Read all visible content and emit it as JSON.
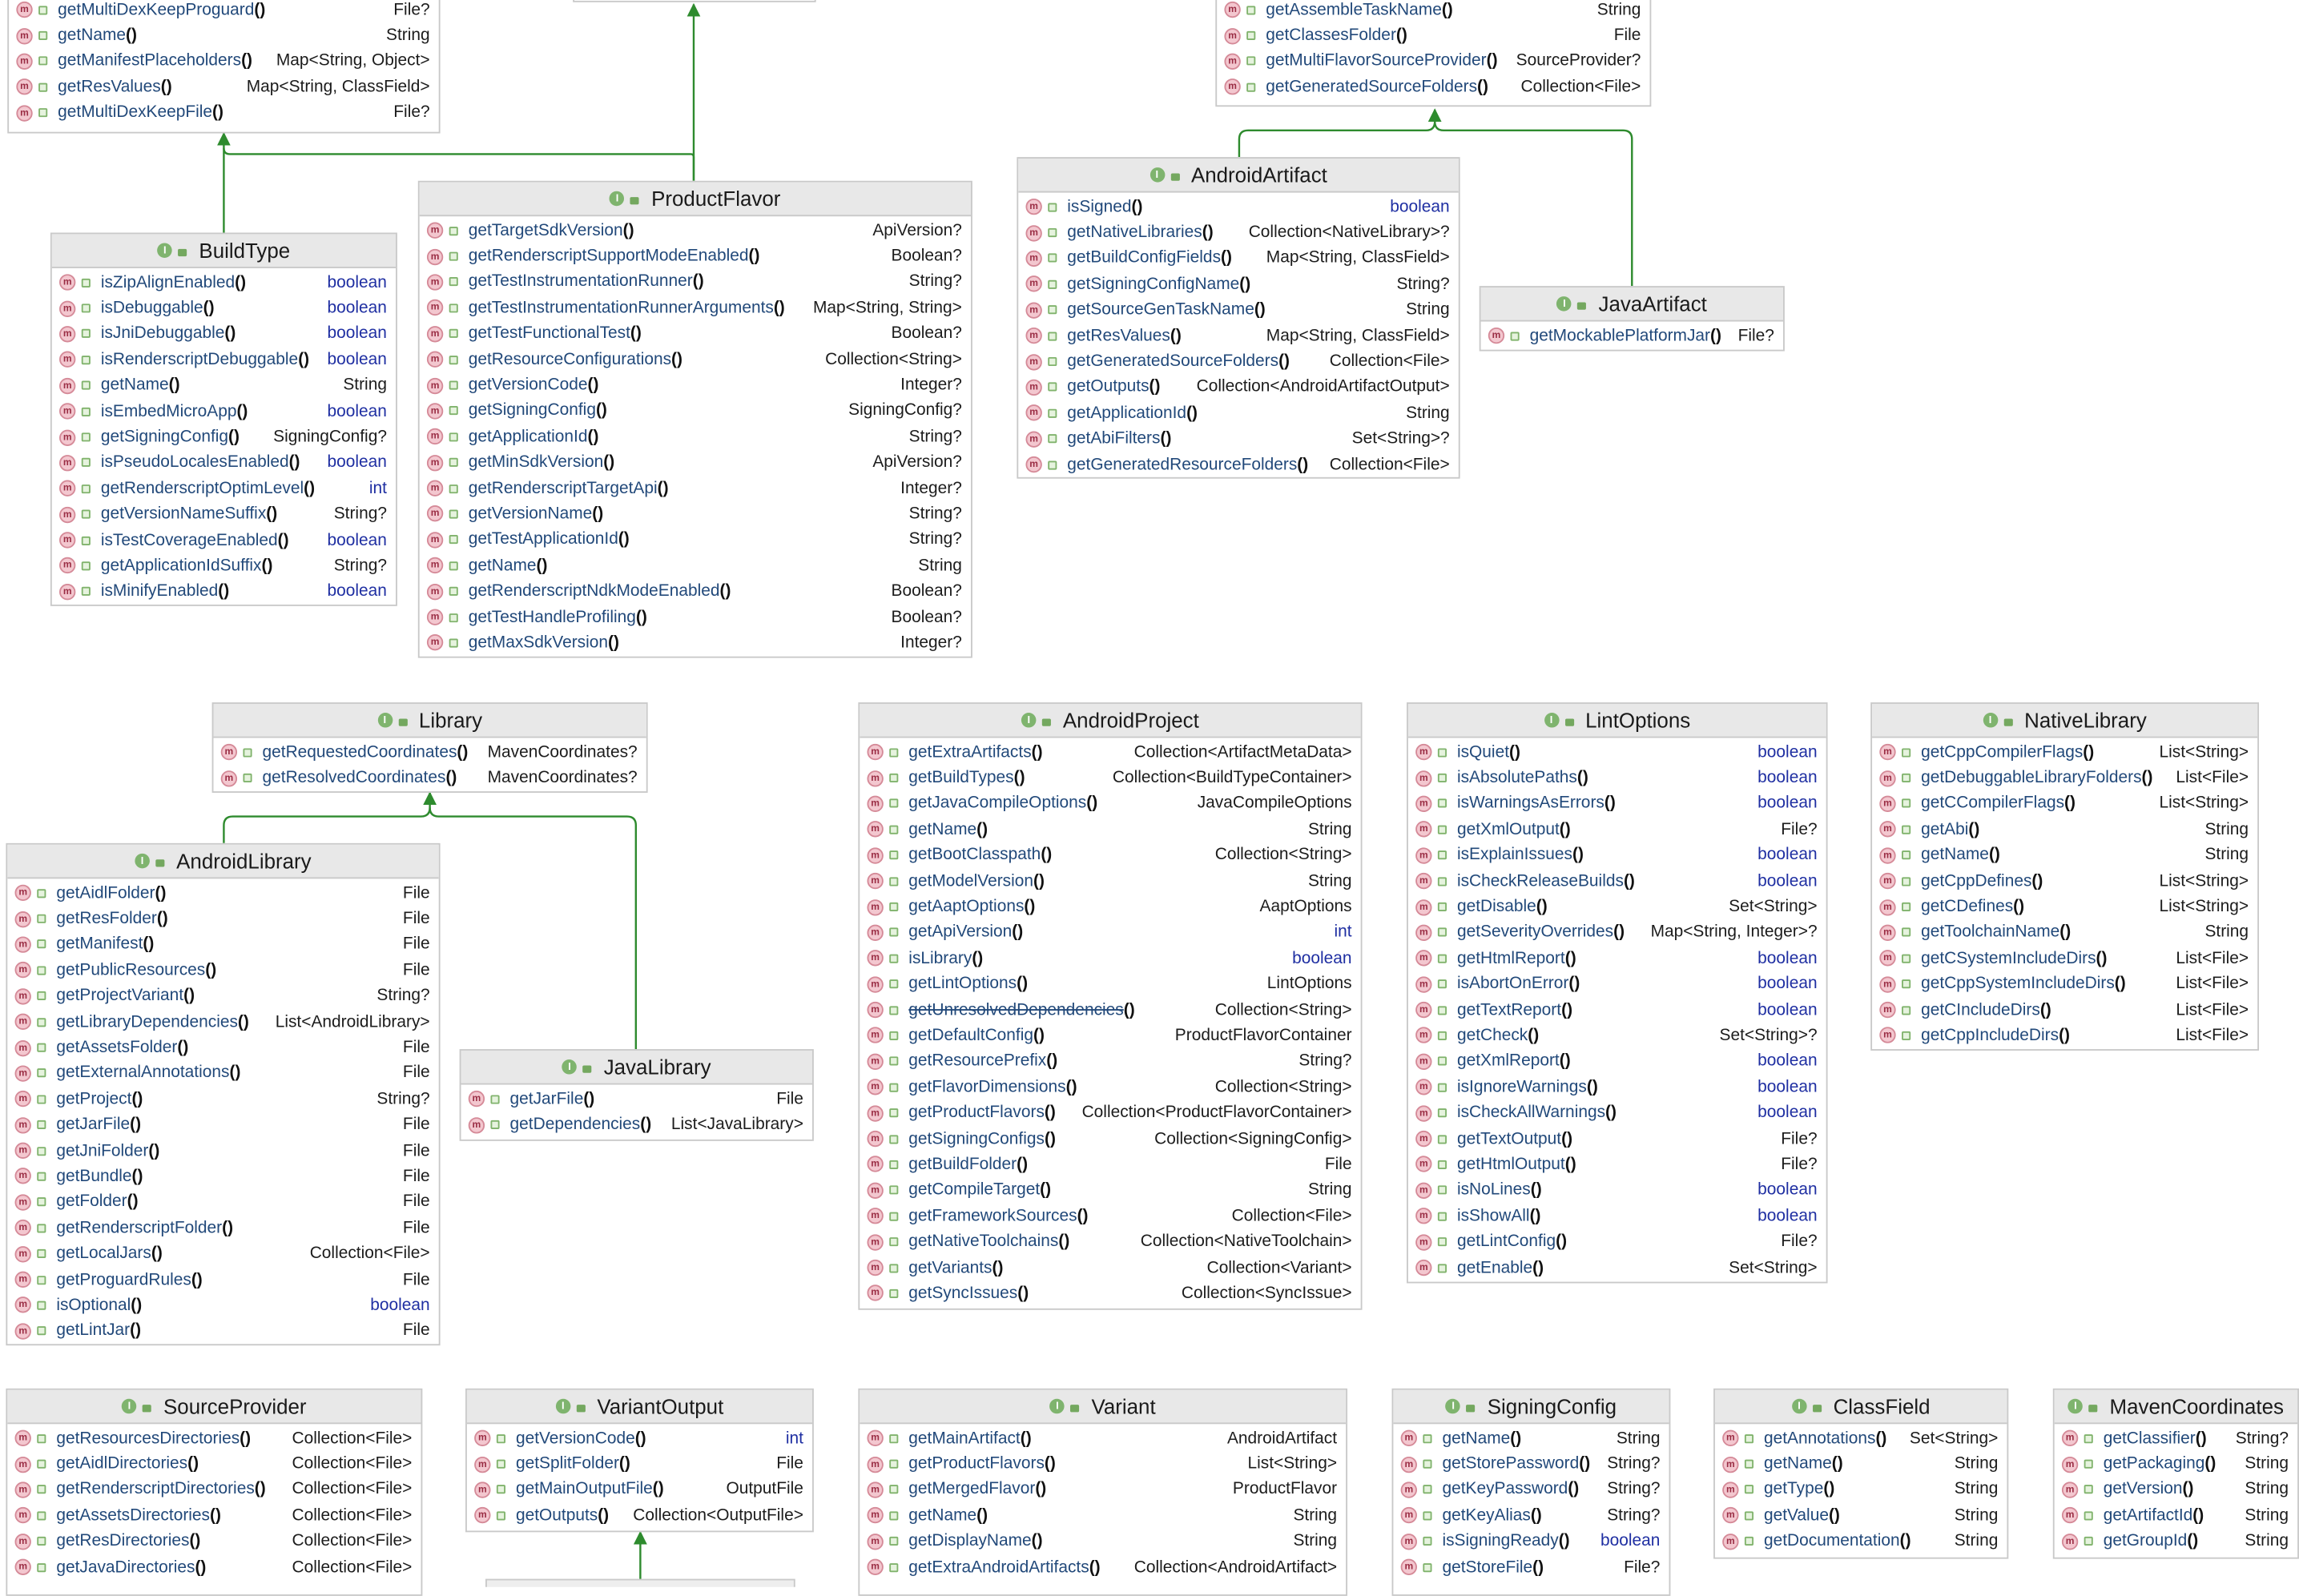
{
  "colors": {
    "header_bg": "#e8e8e8",
    "border": "#c9c9c9",
    "arrow": "#2e8b2e",
    "method_name": "#22497a",
    "primitive_type": "#1f2fa2"
  },
  "icons": {
    "class_badge": "interface-icon",
    "method": "method-icon",
    "visibility": "public-lock-icon"
  },
  "boxes": [
    {
      "id": "bp",
      "name": "",
      "methods": [
        {
          "name": "getMultiDexKeepProguard",
          "type": "File?"
        },
        {
          "name": "getName",
          "type": "String"
        },
        {
          "name": "getManifestPlaceholders",
          "type": "Map<String, Object>"
        },
        {
          "name": "getResValues",
          "type": "Map<String, ClassField>"
        },
        {
          "name": "getMultiDexKeepFile",
          "type": "File?"
        }
      ]
    },
    {
      "id": "bt",
      "name": "BuildType",
      "methods": [
        {
          "name": "isZipAlignEnabled",
          "type": "boolean"
        },
        {
          "name": "isDebuggable",
          "type": "boolean"
        },
        {
          "name": "isJniDebuggable",
          "type": "boolean"
        },
        {
          "name": "isRenderscriptDebuggable",
          "type": "boolean"
        },
        {
          "name": "getName",
          "type": "String"
        },
        {
          "name": "isEmbedMicroApp",
          "type": "boolean"
        },
        {
          "name": "getSigningConfig",
          "type": "SigningConfig?"
        },
        {
          "name": "isPseudoLocalesEnabled",
          "type": "boolean"
        },
        {
          "name": "getRenderscriptOptimLevel",
          "type": "int"
        },
        {
          "name": "getVersionNameSuffix",
          "type": "String?"
        },
        {
          "name": "isTestCoverageEnabled",
          "type": "boolean"
        },
        {
          "name": "getApplicationIdSuffix",
          "type": "String?"
        },
        {
          "name": "isMinifyEnabled",
          "type": "boolean"
        }
      ]
    },
    {
      "id": "pf",
      "name": "ProductFlavor",
      "methods": [
        {
          "name": "getTargetSdkVersion",
          "type": "ApiVersion?"
        },
        {
          "name": "getRenderscriptSupportModeEnabled",
          "type": "Boolean?"
        },
        {
          "name": "getTestInstrumentationRunner",
          "type": "String?"
        },
        {
          "name": "getTestInstrumentationRunnerArguments",
          "type": "Map<String, String>"
        },
        {
          "name": "getTestFunctionalTest",
          "type": "Boolean?"
        },
        {
          "name": "getResourceConfigurations",
          "type": "Collection<String>"
        },
        {
          "name": "getVersionCode",
          "type": "Integer?"
        },
        {
          "name": "getSigningConfig",
          "type": "SigningConfig?"
        },
        {
          "name": "getApplicationId",
          "type": "String?"
        },
        {
          "name": "getMinSdkVersion",
          "type": "ApiVersion?"
        },
        {
          "name": "getRenderscriptTargetApi",
          "type": "Integer?"
        },
        {
          "name": "getVersionName",
          "type": "String?"
        },
        {
          "name": "getTestApplicationId",
          "type": "String?"
        },
        {
          "name": "getName",
          "type": "String"
        },
        {
          "name": "getRenderscriptNdkModeEnabled",
          "type": "Boolean?"
        },
        {
          "name": "getTestHandleProfiling",
          "type": "Boolean?"
        },
        {
          "name": "getMaxSdkVersion",
          "type": "Integer?"
        }
      ]
    },
    {
      "id": "ba",
      "name": "",
      "methods": [
        {
          "name": "getAssembleTaskName",
          "type": "String"
        },
        {
          "name": "getClassesFolder",
          "type": "File"
        },
        {
          "name": "getMultiFlavorSourceProvider",
          "type": "SourceProvider?"
        },
        {
          "name": "getGeneratedSourceFolders",
          "type": "Collection<File>"
        }
      ]
    },
    {
      "id": "aa",
      "name": "AndroidArtifact",
      "methods": [
        {
          "name": "isSigned",
          "type": "boolean"
        },
        {
          "name": "getNativeLibraries",
          "type": "Collection<NativeLibrary>?"
        },
        {
          "name": "getBuildConfigFields",
          "type": "Map<String, ClassField>"
        },
        {
          "name": "getSigningConfigName",
          "type": "String?"
        },
        {
          "name": "getSourceGenTaskName",
          "type": "String"
        },
        {
          "name": "getResValues",
          "type": "Map<String, ClassField>"
        },
        {
          "name": "getGeneratedSourceFolders",
          "type": "Collection<File>"
        },
        {
          "name": "getOutputs",
          "type": "Collection<AndroidArtifactOutput>"
        },
        {
          "name": "getApplicationId",
          "type": "String"
        },
        {
          "name": "getAbiFilters",
          "type": "Set<String>?"
        },
        {
          "name": "getGeneratedResourceFolders",
          "type": "Collection<File>"
        }
      ]
    },
    {
      "id": "ja",
      "name": "JavaArtifact",
      "methods": [
        {
          "name": "getMockablePlatformJar",
          "type": "File?"
        }
      ]
    },
    {
      "id": "lib",
      "name": "Library",
      "methods": [
        {
          "name": "getRequestedCoordinates",
          "type": "MavenCoordinates?"
        },
        {
          "name": "getResolvedCoordinates",
          "type": "MavenCoordinates?"
        }
      ]
    },
    {
      "id": "al",
      "name": "AndroidLibrary",
      "methods": [
        {
          "name": "getAidlFolder",
          "type": "File"
        },
        {
          "name": "getResFolder",
          "type": "File"
        },
        {
          "name": "getManifest",
          "type": "File"
        },
        {
          "name": "getPublicResources",
          "type": "File"
        },
        {
          "name": "getProjectVariant",
          "type": "String?"
        },
        {
          "name": "getLibraryDependencies",
          "type": "List<AndroidLibrary>"
        },
        {
          "name": "getAssetsFolder",
          "type": "File"
        },
        {
          "name": "getExternalAnnotations",
          "type": "File"
        },
        {
          "name": "getProject",
          "type": "String?"
        },
        {
          "name": "getJarFile",
          "type": "File"
        },
        {
          "name": "getJniFolder",
          "type": "File"
        },
        {
          "name": "getBundle",
          "type": "File"
        },
        {
          "name": "getFolder",
          "type": "File"
        },
        {
          "name": "getRenderscriptFolder",
          "type": "File"
        },
        {
          "name": "getLocalJars",
          "type": "Collection<File>"
        },
        {
          "name": "getProguardRules",
          "type": "File"
        },
        {
          "name": "isOptional",
          "type": "boolean"
        },
        {
          "name": "getLintJar",
          "type": "File"
        }
      ]
    },
    {
      "id": "jl",
      "name": "JavaLibrary",
      "methods": [
        {
          "name": "getJarFile",
          "type": "File"
        },
        {
          "name": "getDependencies",
          "type": "List<JavaLibrary>"
        }
      ]
    },
    {
      "id": "ap",
      "name": "AndroidProject",
      "methods": [
        {
          "name": "getExtraArtifacts",
          "type": "Collection<ArtifactMetaData>"
        },
        {
          "name": "getBuildTypes",
          "type": "Collection<BuildTypeContainer>"
        },
        {
          "name": "getJavaCompileOptions",
          "type": "JavaCompileOptions"
        },
        {
          "name": "getName",
          "type": "String"
        },
        {
          "name": "getBootClasspath",
          "type": "Collection<String>"
        },
        {
          "name": "getModelVersion",
          "type": "String"
        },
        {
          "name": "getAaptOptions",
          "type": "AaptOptions"
        },
        {
          "name": "getApiVersion",
          "type": "int"
        },
        {
          "name": "isLibrary",
          "type": "boolean"
        },
        {
          "name": "getLintOptions",
          "type": "LintOptions"
        },
        {
          "name": "getUnresolvedDependencies",
          "type": "Collection<String>"
        },
        {
          "name": "getDefaultConfig",
          "type": "ProductFlavorContainer"
        },
        {
          "name": "getResourcePrefix",
          "type": "String?"
        },
        {
          "name": "getFlavorDimensions",
          "type": "Collection<String>"
        },
        {
          "name": "getProductFlavors",
          "type": "Collection<ProductFlavorContainer>"
        },
        {
          "name": "getSigningConfigs",
          "type": "Collection<SigningConfig>"
        },
        {
          "name": "getBuildFolder",
          "type": "File"
        },
        {
          "name": "getCompileTarget",
          "type": "String"
        },
        {
          "name": "getFrameworkSources",
          "type": "Collection<File>"
        },
        {
          "name": "getNativeToolchains",
          "type": "Collection<NativeToolchain>"
        },
        {
          "name": "getVariants",
          "type": "Collection<Variant>"
        },
        {
          "name": "getSyncIssues",
          "type": "Collection<SyncIssue>"
        }
      ]
    },
    {
      "id": "lo",
      "name": "LintOptions",
      "methods": [
        {
          "name": "isQuiet",
          "type": "boolean"
        },
        {
          "name": "isAbsolutePaths",
          "type": "boolean"
        },
        {
          "name": "isWarningsAsErrors",
          "type": "boolean"
        },
        {
          "name": "getXmlOutput",
          "type": "File?"
        },
        {
          "name": "isExplainIssues",
          "type": "boolean"
        },
        {
          "name": "isCheckReleaseBuilds",
          "type": "boolean"
        },
        {
          "name": "getDisable",
          "type": "Set<String>"
        },
        {
          "name": "getSeverityOverrides",
          "type": "Map<String, Integer>?"
        },
        {
          "name": "getHtmlReport",
          "type": "boolean"
        },
        {
          "name": "isAbortOnError",
          "type": "boolean"
        },
        {
          "name": "getTextReport",
          "type": "boolean"
        },
        {
          "name": "getCheck",
          "type": "Set<String>?"
        },
        {
          "name": "getXmlReport",
          "type": "boolean"
        },
        {
          "name": "isIgnoreWarnings",
          "type": "boolean"
        },
        {
          "name": "isCheckAllWarnings",
          "type": "boolean"
        },
        {
          "name": "getTextOutput",
          "type": "File?"
        },
        {
          "name": "getHtmlOutput",
          "type": "File?"
        },
        {
          "name": "isNoLines",
          "type": "boolean"
        },
        {
          "name": "isShowAll",
          "type": "boolean"
        },
        {
          "name": "getLintConfig",
          "type": "File?"
        },
        {
          "name": "getEnable",
          "type": "Set<String>"
        }
      ]
    },
    {
      "id": "nl",
      "name": "NativeLibrary",
      "methods": [
        {
          "name": "getCppCompilerFlags",
          "type": "List<String>"
        },
        {
          "name": "getDebuggableLibraryFolders",
          "type": "List<File>"
        },
        {
          "name": "getCCompilerFlags",
          "type": "List<String>"
        },
        {
          "name": "getAbi",
          "type": "String"
        },
        {
          "name": "getName",
          "type": "String"
        },
        {
          "name": "getCppDefines",
          "type": "List<String>"
        },
        {
          "name": "getCDefines",
          "type": "List<String>"
        },
        {
          "name": "getToolchainName",
          "type": "String"
        },
        {
          "name": "getCSystemIncludeDirs",
          "type": "List<File>"
        },
        {
          "name": "getCppSystemIncludeDirs",
          "type": "List<File>"
        },
        {
          "name": "getCIncludeDirs",
          "type": "List<File>"
        },
        {
          "name": "getCppIncludeDirs",
          "type": "List<File>"
        }
      ]
    },
    {
      "id": "sp",
      "name": "SourceProvider",
      "methods": [
        {
          "name": "getResourcesDirectories",
          "type": "Collection<File>"
        },
        {
          "name": "getAidlDirectories",
          "type": "Collection<File>"
        },
        {
          "name": "getRenderscriptDirectories",
          "type": "Collection<File>"
        },
        {
          "name": "getAssetsDirectories",
          "type": "Collection<File>"
        },
        {
          "name": "getResDirectories",
          "type": "Collection<File>"
        },
        {
          "name": "getJavaDirectories",
          "type": "Collection<File>"
        }
      ]
    },
    {
      "id": "vo",
      "name": "VariantOutput",
      "methods": [
        {
          "name": "getVersionCode",
          "type": "int"
        },
        {
          "name": "getSplitFolder",
          "type": "File"
        },
        {
          "name": "getMainOutputFile",
          "type": "OutputFile"
        },
        {
          "name": "getOutputs",
          "type": "Collection<OutputFile>"
        }
      ]
    },
    {
      "id": "va",
      "name": "Variant",
      "methods": [
        {
          "name": "getMainArtifact",
          "type": "AndroidArtifact"
        },
        {
          "name": "getProductFlavors",
          "type": "List<String>"
        },
        {
          "name": "getMergedFlavor",
          "type": "ProductFlavor"
        },
        {
          "name": "getName",
          "type": "String"
        },
        {
          "name": "getDisplayName",
          "type": "String"
        },
        {
          "name": "getExtraAndroidArtifacts",
          "type": "Collection<AndroidArtifact>"
        }
      ]
    },
    {
      "id": "sc",
      "name": "SigningConfig",
      "methods": [
        {
          "name": "getName",
          "type": "String"
        },
        {
          "name": "getStorePassword",
          "type": "String?"
        },
        {
          "name": "getKeyPassword",
          "type": "String?"
        },
        {
          "name": "getKeyAlias",
          "type": "String?"
        },
        {
          "name": "isSigningReady",
          "type": "boolean"
        },
        {
          "name": "getStoreFile",
          "type": "File?"
        }
      ]
    },
    {
      "id": "cf",
      "name": "ClassField",
      "methods": [
        {
          "name": "getAnnotations",
          "type": "Set<String>"
        },
        {
          "name": "getName",
          "type": "String"
        },
        {
          "name": "getType",
          "type": "String"
        },
        {
          "name": "getValue",
          "type": "String"
        },
        {
          "name": "getDocumentation",
          "type": "String"
        }
      ]
    },
    {
      "id": "mc",
      "name": "MavenCoordinates",
      "methods": [
        {
          "name": "getClassifier",
          "type": "String?"
        },
        {
          "name": "getPackaging",
          "type": "String"
        },
        {
          "name": "getVersion",
          "type": "String"
        },
        {
          "name": "getArtifactId",
          "type": "String"
        },
        {
          "name": "getGroupId",
          "type": "String"
        }
      ]
    }
  ]
}
